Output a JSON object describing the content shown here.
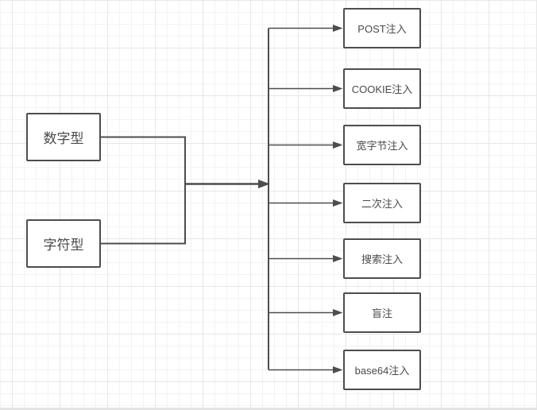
{
  "diagram": {
    "left_nodes": [
      {
        "label": "数字型"
      },
      {
        "label": "字符型"
      }
    ],
    "right_nodes": [
      {
        "label": "POST注入"
      },
      {
        "label": "COOKIE注入"
      },
      {
        "label": "宽字节注入"
      },
      {
        "label": "二次注入"
      },
      {
        "label": "搜索注入"
      },
      {
        "label": "盲注"
      },
      {
        "label": "base64注入"
      }
    ],
    "colors": {
      "edge": "#4d4d4d",
      "node_border": "#4d4d4d",
      "node_fill": "#ffffff",
      "text": "#4a4a4a",
      "grid_minor": "#f3f3f3",
      "grid_major": "#e7e7e7",
      "canvas_bg": "#ffffff"
    }
  }
}
